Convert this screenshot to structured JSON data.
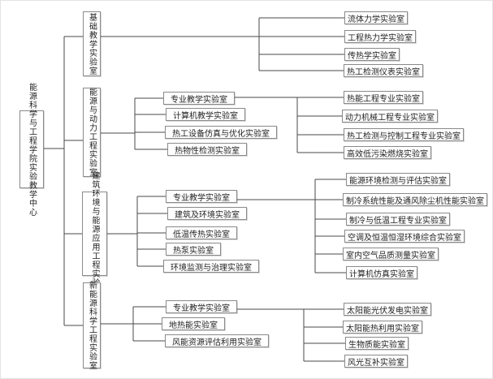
{
  "colors": {
    "line": "#4a4a4a",
    "box_border": "#8a8a8a",
    "text": "#1f1f1f",
    "background": "#ffffff"
  },
  "tree": {
    "root": {
      "label": "能源科学与工程学院实验教学中心"
    },
    "branches": [
      {
        "label": "基础教学实验室",
        "children": [
          {
            "label": "流体力学实验室"
          },
          {
            "label": "工程热力学实验室"
          },
          {
            "label": "传热学实验室"
          },
          {
            "label": "热工检测仪表实验室"
          }
        ]
      },
      {
        "label": "能源与动力工程实验室",
        "children": [
          {
            "label": "专业教学实验室",
            "children": [
              {
                "label": "热能工程专业实验室"
              },
              {
                "label": "动力机械工程专业实验室"
              },
              {
                "label": "热工检测与控制工程专业实验室"
              },
              {
                "label": "高效低污染燃烧实验室"
              }
            ]
          },
          {
            "label": "计算机教学实验室"
          },
          {
            "label": "热工设备仿真与优化实验室"
          },
          {
            "label": "热物性检测实验室"
          }
        ]
      },
      {
        "label": "建筑环境与能源应用工程实验室",
        "children": [
          {
            "label": "专业教学实验室",
            "children": [
              {
                "label": "能源环境检测与评估实验室"
              },
              {
                "label": "制冷系统性能及通风除尘机性能实验室"
              },
              {
                "label": "制冷与低温工程专业实验室"
              },
              {
                "label": "空调及恒温恒湿环境综合实验室"
              },
              {
                "label": "室内空气品质测量实验室"
              },
              {
                "label": "计算机仿真实验室"
              }
            ]
          },
          {
            "label": "建筑及环境实验室"
          },
          {
            "label": "低温传热实验室"
          },
          {
            "label": "热泵实验室"
          },
          {
            "label": "环境监测与治理实验室"
          }
        ]
      },
      {
        "label": "新能源科学工程实验室",
        "children": [
          {
            "label": "专业教学实验室",
            "children": [
              {
                "label": "太阳能光伏发电实验室"
              },
              {
                "label": "太阳能热利用实验室"
              },
              {
                "label": "生物质能实验室"
              },
              {
                "label": "风光互补实验室"
              }
            ]
          },
          {
            "label": "地热能实验室"
          },
          {
            "label": "风能资源评估利用实验室"
          }
        ]
      }
    ]
  }
}
